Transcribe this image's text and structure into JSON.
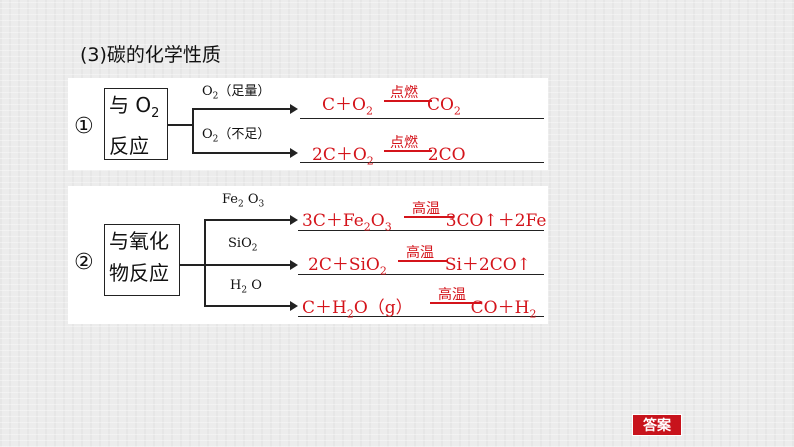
{
  "heading": "(3)碳的化学性质",
  "section1": {
    "number": "①",
    "box_line1": "与 O",
    "box_line1_sub": "2",
    "box_line2": "反应",
    "branches": [
      {
        "cond_main": "O",
        "cond_sub": "2",
        "cond_paren": "（足量）",
        "eq_parts": [
          "C＋O",
          "2",
          " ",
          "CO",
          "2"
        ],
        "reaction_condition": "点燃"
      },
      {
        "cond_main": "O",
        "cond_sub": "2",
        "cond_paren": "（不足）",
        "eq_parts": [
          "2C＋O",
          "2",
          " ",
          "2CO"
        ],
        "reaction_condition": "点燃"
      }
    ]
  },
  "section2": {
    "number": "②",
    "box_line1": "与氧化",
    "box_line2": "物反应",
    "branches": [
      {
        "cond_text": "Fe",
        "cond_sub1": "2",
        "cond_text2": " O",
        "cond_sub2": "3",
        "eq_a": "3C＋Fe",
        "eq_a_sub": "2",
        "eq_b": "O",
        "eq_b_sub": "3",
        "eq_c": "3CO↑＋2Fe",
        "reaction_condition": "高温"
      },
      {
        "cond_text": "SiO",
        "cond_sub1": "2",
        "eq_a": "2C＋SiO",
        "eq_a_sub": "2",
        "eq_c": "Si＋2CO↑",
        "reaction_condition": "高温"
      },
      {
        "cond_text": "H",
        "cond_sub1": "2",
        "cond_text2": " O",
        "eq_a": "C＋H",
        "eq_a_sub": "2",
        "eq_b": "O（g）",
        "eq_c": "CO＋H",
        "eq_c_sub": "2",
        "reaction_condition": "高温"
      }
    ]
  },
  "answer_button": "答案",
  "colors": {
    "accent": "#d4141b",
    "button_bg": "#c8131c"
  }
}
